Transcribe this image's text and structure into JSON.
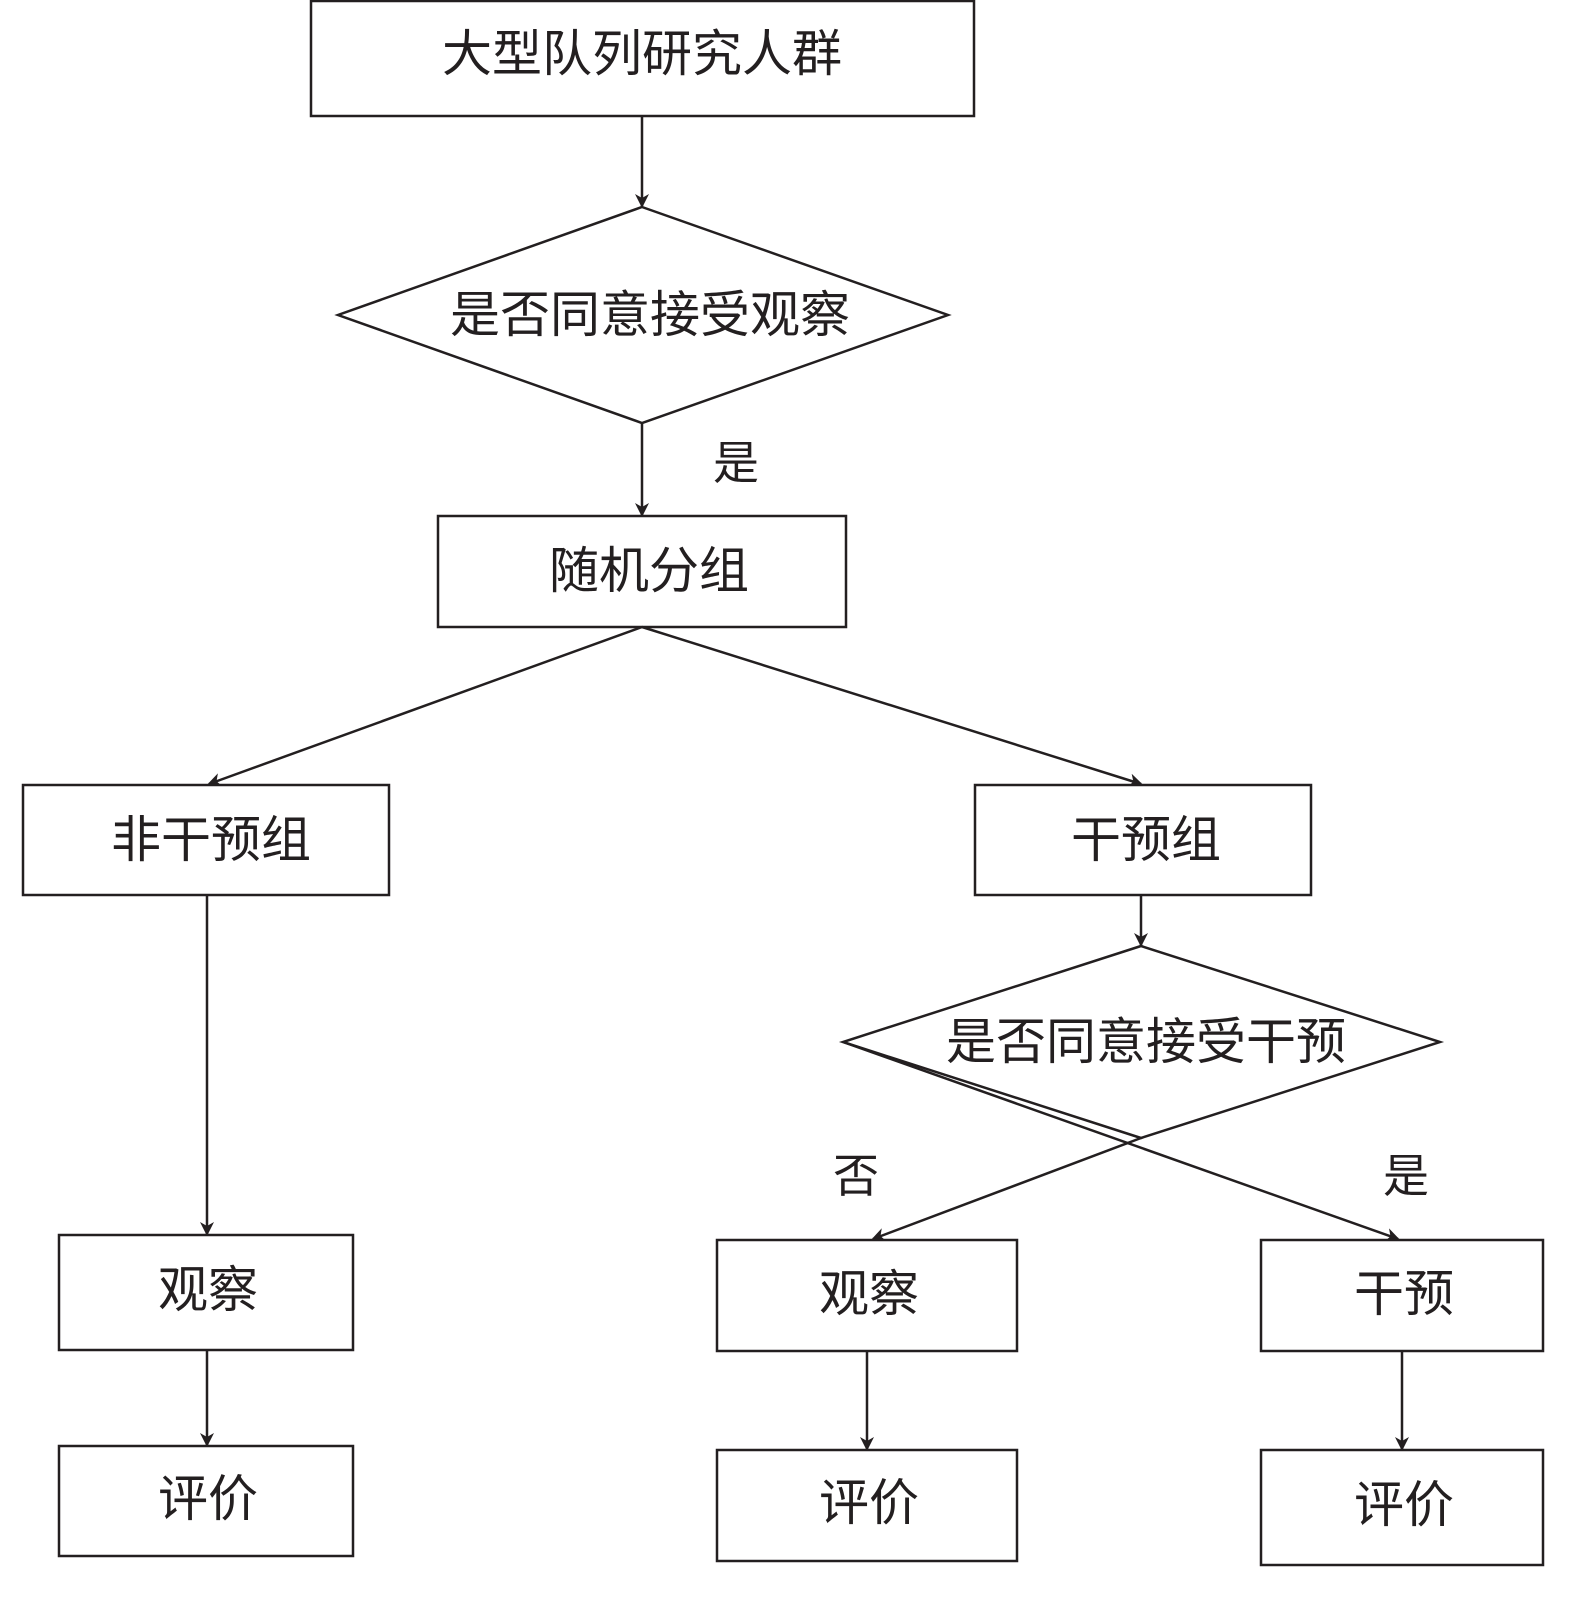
{
  "diagram": {
    "nodes": {
      "cohort": "大型队列研究人群",
      "consent_observe": "是否同意接受观察",
      "randomize": "随机分组",
      "non_intervention_group": "非干预组",
      "intervention_group": "干预组",
      "consent_intervene": "是否同意接受干预",
      "left_observe": "观察",
      "left_evaluate": "评价",
      "mid_observe": "观察",
      "mid_evaluate": "评价",
      "right_intervene": "干预",
      "right_evaluate": "评价"
    },
    "edge_labels": {
      "consent_observe_yes": "是",
      "consent_intervene_no": "否",
      "consent_intervene_yes": "是"
    }
  }
}
